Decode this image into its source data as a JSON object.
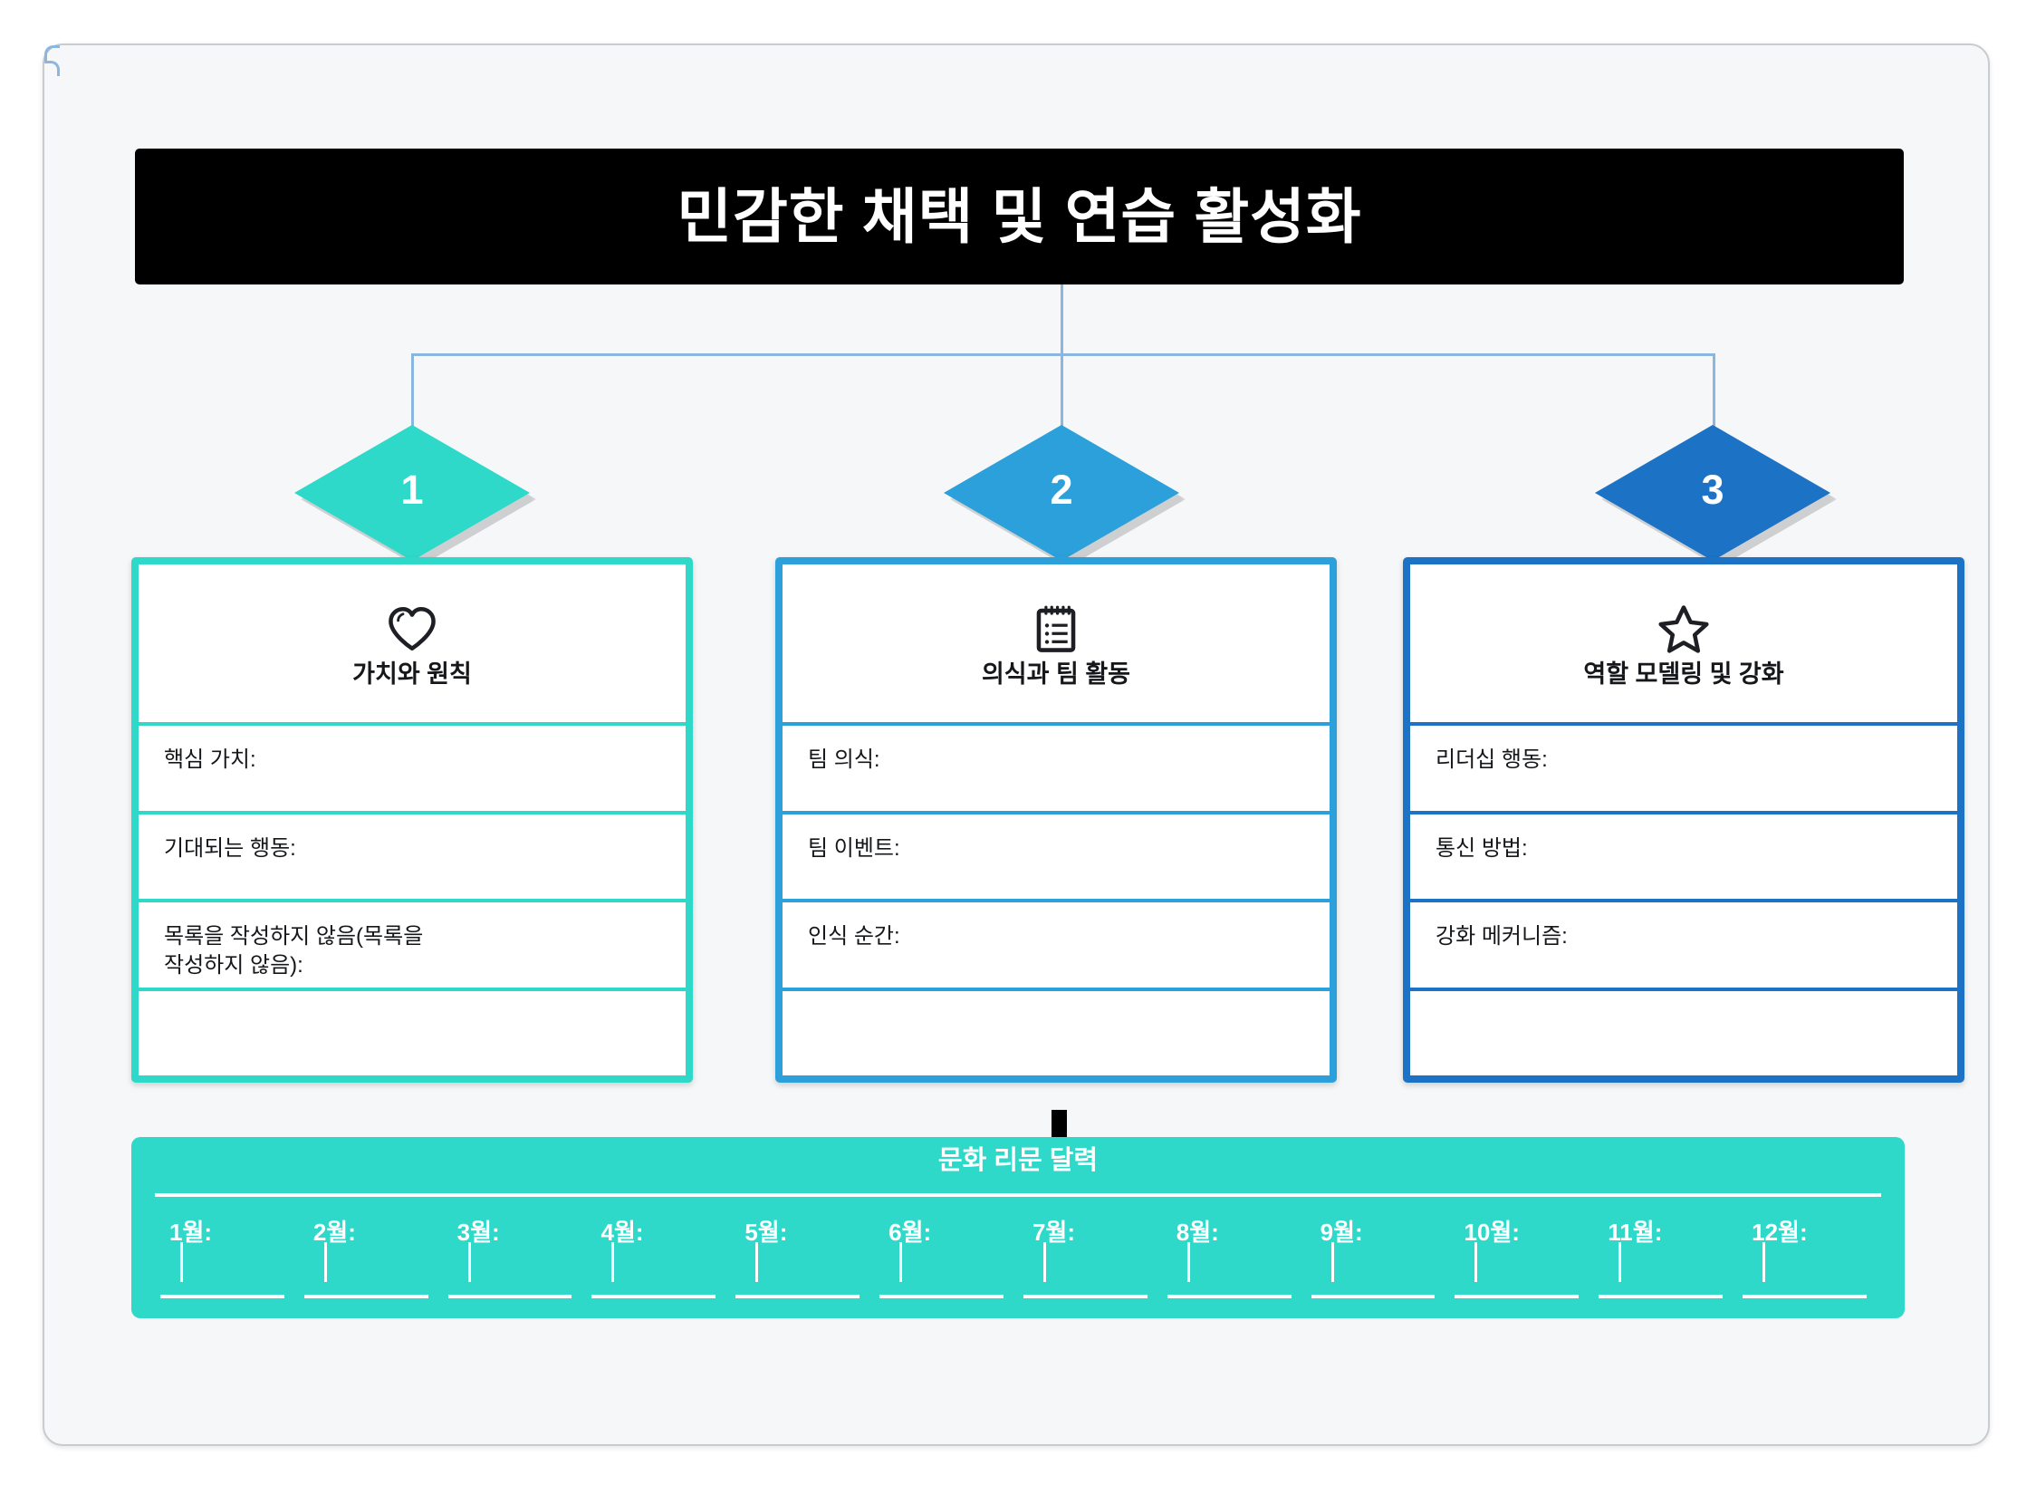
{
  "header": {
    "title": "민감한 채택 및 연습 활성화"
  },
  "colors": {
    "page_background": "#f6f7f9",
    "banner_background": "#000000",
    "banner_text": "#ffffff",
    "connector": "#8ab6e0",
    "section_1": "#2ed9ca",
    "section_2": "#2ba0db",
    "section_3": "#1c72c4",
    "calendar_background": "#2ed9ca",
    "card_background": "#ffffff"
  },
  "sections": [
    {
      "number": "1",
      "icon": "heart-icon",
      "title": "가치와 원칙",
      "accent": "#2ed9ca",
      "rows": [
        "핵심 가치:",
        "기대되는 행동:",
        "목록을 작성하지 않음(목록을\n작성하지 않음):",
        ""
      ]
    },
    {
      "number": "2",
      "icon": "notepad-icon",
      "title": "의식과 팀 활동",
      "accent": "#2ba0db",
      "rows": [
        "팀 의식:",
        "팀 이벤트:",
        "인식 순간:",
        ""
      ]
    },
    {
      "number": "3",
      "icon": "star-icon",
      "title": "역할 모델링 및 강화",
      "accent": "#1c72c4",
      "rows": [
        "리더십 행동:",
        "통신 방법:",
        "강화 메커니즘:",
        ""
      ]
    }
  ],
  "calendar": {
    "title": "문화 리문 달력",
    "months": [
      "1월:",
      "2월:",
      "3월:",
      "4월:",
      "5월:",
      "6월:",
      "7월:",
      "8월:",
      "9월:",
      "10월:",
      "11월:",
      "12월:"
    ]
  }
}
